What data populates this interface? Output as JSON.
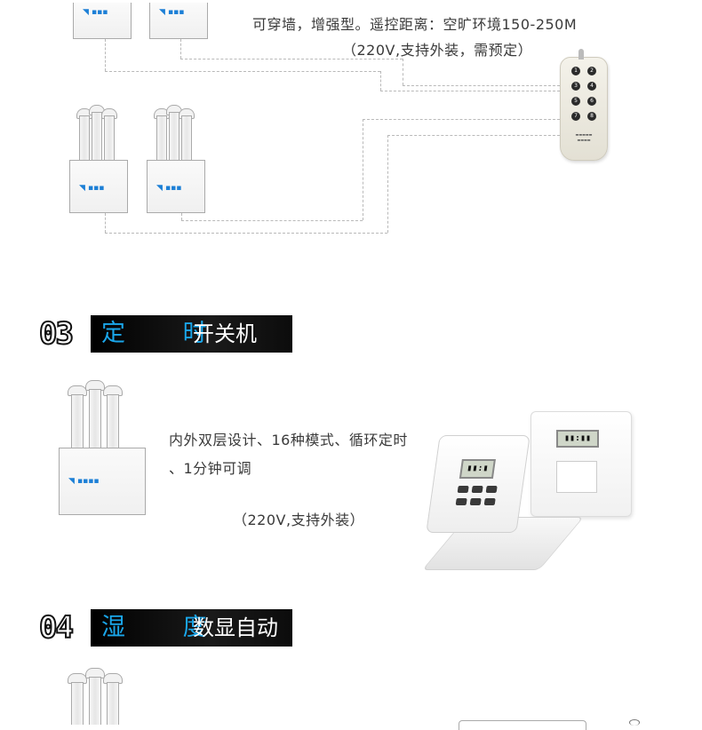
{
  "section2": {
    "line1": "可穿墙，增强型。遥控距离：空旷环境150-250M",
    "line2": "（220V,支持外装，需预定）",
    "remote_buttons": [
      "1",
      "2",
      "3",
      "4",
      "5",
      "6",
      "7",
      "8"
    ]
  },
  "section3": {
    "number": "03",
    "title": "定 时",
    "subtitle": "开关机",
    "line1": "内外双层设计、16种模式、循环定时",
    "line2": "、1分钟可调",
    "line3": "（220V,支持外装）"
  },
  "section4": {
    "number": "04",
    "title": "湿 度",
    "subtitle": "数显自动"
  },
  "colors": {
    "accent_blue": "#1aa6ea",
    "header_bar": "#000000",
    "wire": "#b9b9b9"
  }
}
